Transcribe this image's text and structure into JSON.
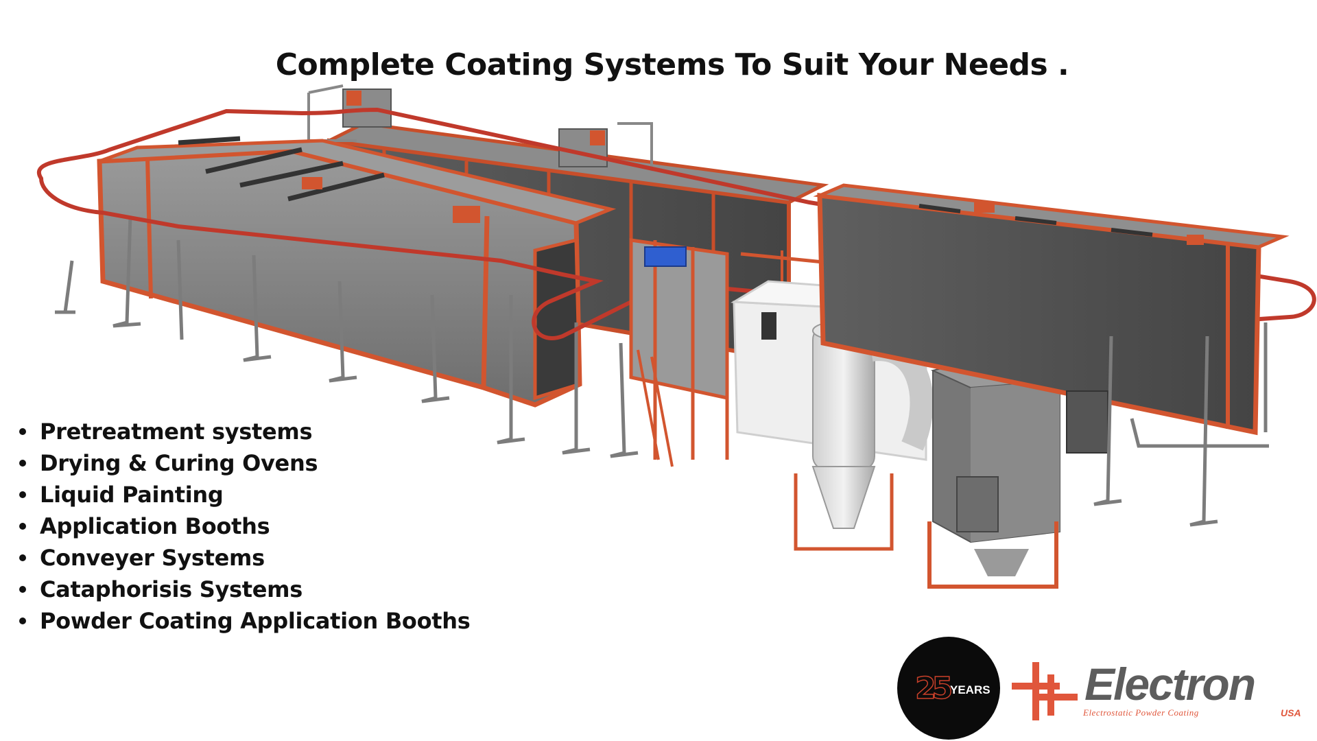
{
  "title": "Complete Coating Systems To Suit Your Needs .",
  "features": [
    "Pretreatment systems",
    "Drying & Curing Ovens",
    "Liquid Painting",
    "Application Booths",
    "Conveyer Systems",
    "Cataphorisis Systems",
    "Powder Coating Application Booths"
  ],
  "badge": {
    "number": "25",
    "word": "YEARS"
  },
  "logo": {
    "brand": "Electron",
    "suffix": "USA",
    "tagline": "Electrostatic Powder Coating",
    "icon": "plus-cross-icon"
  },
  "colors": {
    "accent": "#e0563b",
    "frame": "#d2552f",
    "panel": "#7d7d7d",
    "badge_bg": "#0b0b0b"
  }
}
